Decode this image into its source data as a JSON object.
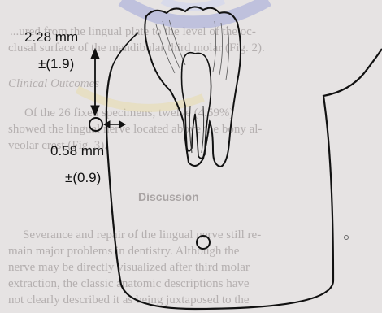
{
  "measurements": {
    "vertical_distance": "2.28 mm",
    "vertical_sd": "±(1.9)",
    "horizontal_distance": "0.58 mm",
    "horizontal_sd": "±(0.9)"
  },
  "background_page": {
    "lines": [
      "...ured from the lingual plate to the level of the oc-",
      "clusal surface of the mandibular third molar (Fig. 2).",
      "",
      "Of the 26 fixed specimens, twelve (4.59%)",
      "showed the lingual nerve located above the bony al-",
      "veolar crest (Fig. 3).",
      "",
      "",
      "",
      "Severance and repair of the lingual nerve still re-",
      "main major problems in dentistry. Although the",
      "nerve may be directly visualized after third molar",
      "extraction, the classic anatomic descriptions have",
      "not clearly described it as being juxtaposed to the"
    ],
    "subheading": "Clinical Outcomes",
    "heading": "Discussion"
  }
}
